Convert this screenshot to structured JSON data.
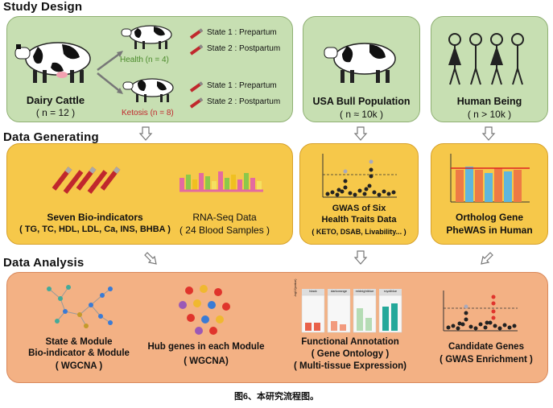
{
  "sections": {
    "study_design": "Study Design",
    "data_generating": "Data Generating",
    "data_analysis": "Data Analysis"
  },
  "study": {
    "dairy_cattle": "Dairy Cattle",
    "dairy_n": "( n = 12 )",
    "health": "Health  (n = 4)",
    "ketosis": "Ketosis  (n = 8)",
    "health_state1": "State 1 : Prepartum",
    "health_state2": "State 2 : Postpartum",
    "ketosis_state1": "State 1 : Prepartum",
    "ketosis_state2": "State 2 : Postpartum",
    "usa_bull": "USA Bull Population",
    "usa_n": "( n ≈ 10k )",
    "human": "Human Being",
    "human_n": "( n > 10k )"
  },
  "generating": {
    "bio_title": "Seven Bio-indicators",
    "bio_list": "( TG, TC, HDL, LDL, Ca, INS, BHBA )",
    "rna_title": "RNA-Seq Data",
    "rna_n": "( 24 Blood Samples )",
    "gwas_title1": "GWAS of Six",
    "gwas_title2": "Health Traits Data",
    "gwas_list": "( KETO, DSAB, Livability... )",
    "ortholog1": "Ortholog Gene",
    "ortholog2": "PheWAS in Human"
  },
  "analysis": {
    "wgcna1": "State & Module",
    "wgcna2": "Bio-indicator & Module",
    "wgcna3": "( WGCNA )",
    "hub1": "Hub genes in each Module",
    "hub2": "( WGCNA)",
    "func1": "Functional Annotation",
    "func2": "( Gene Ontology )",
    "func3": "( Multi-tissue Expression)",
    "cand1": "Candidate Genes",
    "cand2": "( GWAS Enrichment )",
    "mini_tabs": [
      "black",
      "darkorange",
      "midnightblue",
      "royalblue"
    ],
    "mini_ylabel": "-log10(pvalue)"
  },
  "caption": "图6、本研究流程图。",
  "colors": {
    "green_box": "#c7dfb2",
    "yellow_box": "#f6c84a",
    "orange_box": "#f3b184",
    "health_text": "#4a8a2a",
    "ketosis_text": "#c0282d"
  }
}
